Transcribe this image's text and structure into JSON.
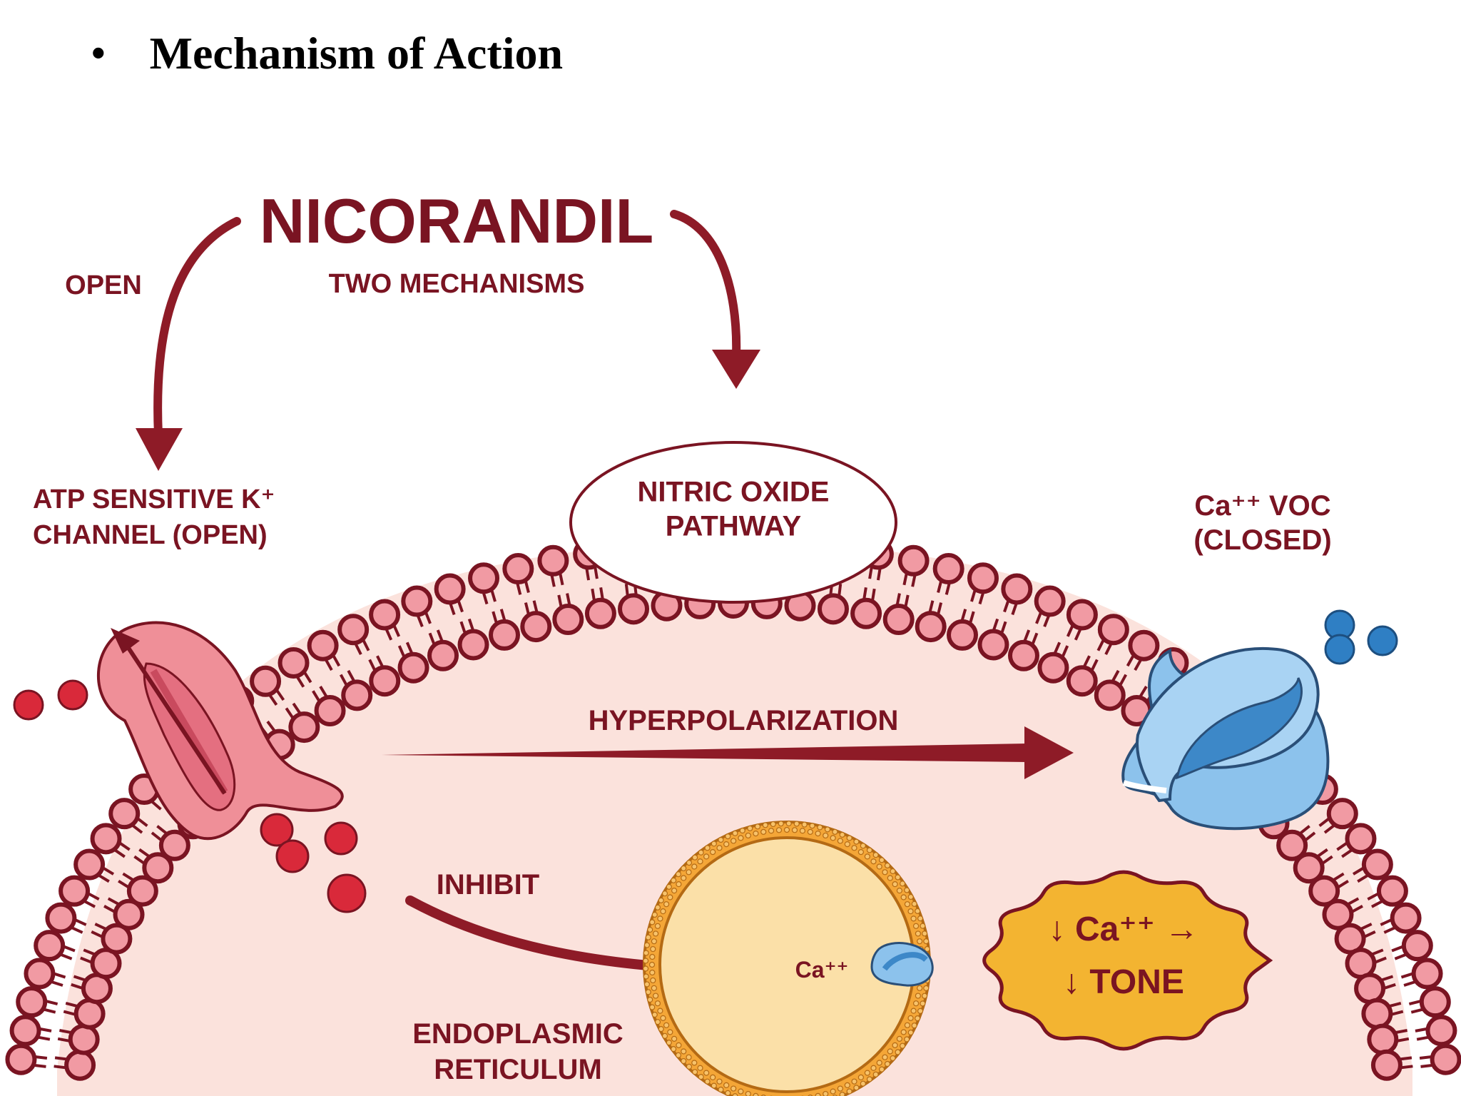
{
  "slide": {
    "bullet": "•",
    "title": "Mechanism of Action"
  },
  "diagram": {
    "drug": "NICORANDIL",
    "label_open": "OPEN",
    "label_two_mechanisms": "TWO MECHANISMS",
    "atp_channel_line1": "ATP SENSITIVE K⁺",
    "atp_channel_line2": "CHANNEL (OPEN)",
    "no_pathway_line1": "NITRIC OXIDE",
    "no_pathway_line2": "PATHWAY",
    "voc_line1": "Ca⁺⁺ VOC",
    "voc_line2": "(CLOSED)",
    "hyperpolarization": "HYPERPOLARIZATION",
    "inhibit": "INHIBIT",
    "er_line1": "ENDOPLASMIC",
    "er_line2": "RETICULUM",
    "er_ion": "Ca⁺⁺",
    "tone_line1": "↓ Ca⁺⁺ →",
    "tone_line2": "↓ TONE"
  },
  "colors": {
    "maroon": "#7a1422",
    "arrow": "#8e1b27",
    "cell_fill": "#fbe2dc",
    "lipid_head": "#f19aa3",
    "red_ion": "#d9293a",
    "blue_ion": "#2f7fc4",
    "k_channel": "#ef8f98",
    "voc_channel": "#8cc2ec",
    "er_fill": "#fbe0a8",
    "tone_fill": "#f3b431"
  }
}
